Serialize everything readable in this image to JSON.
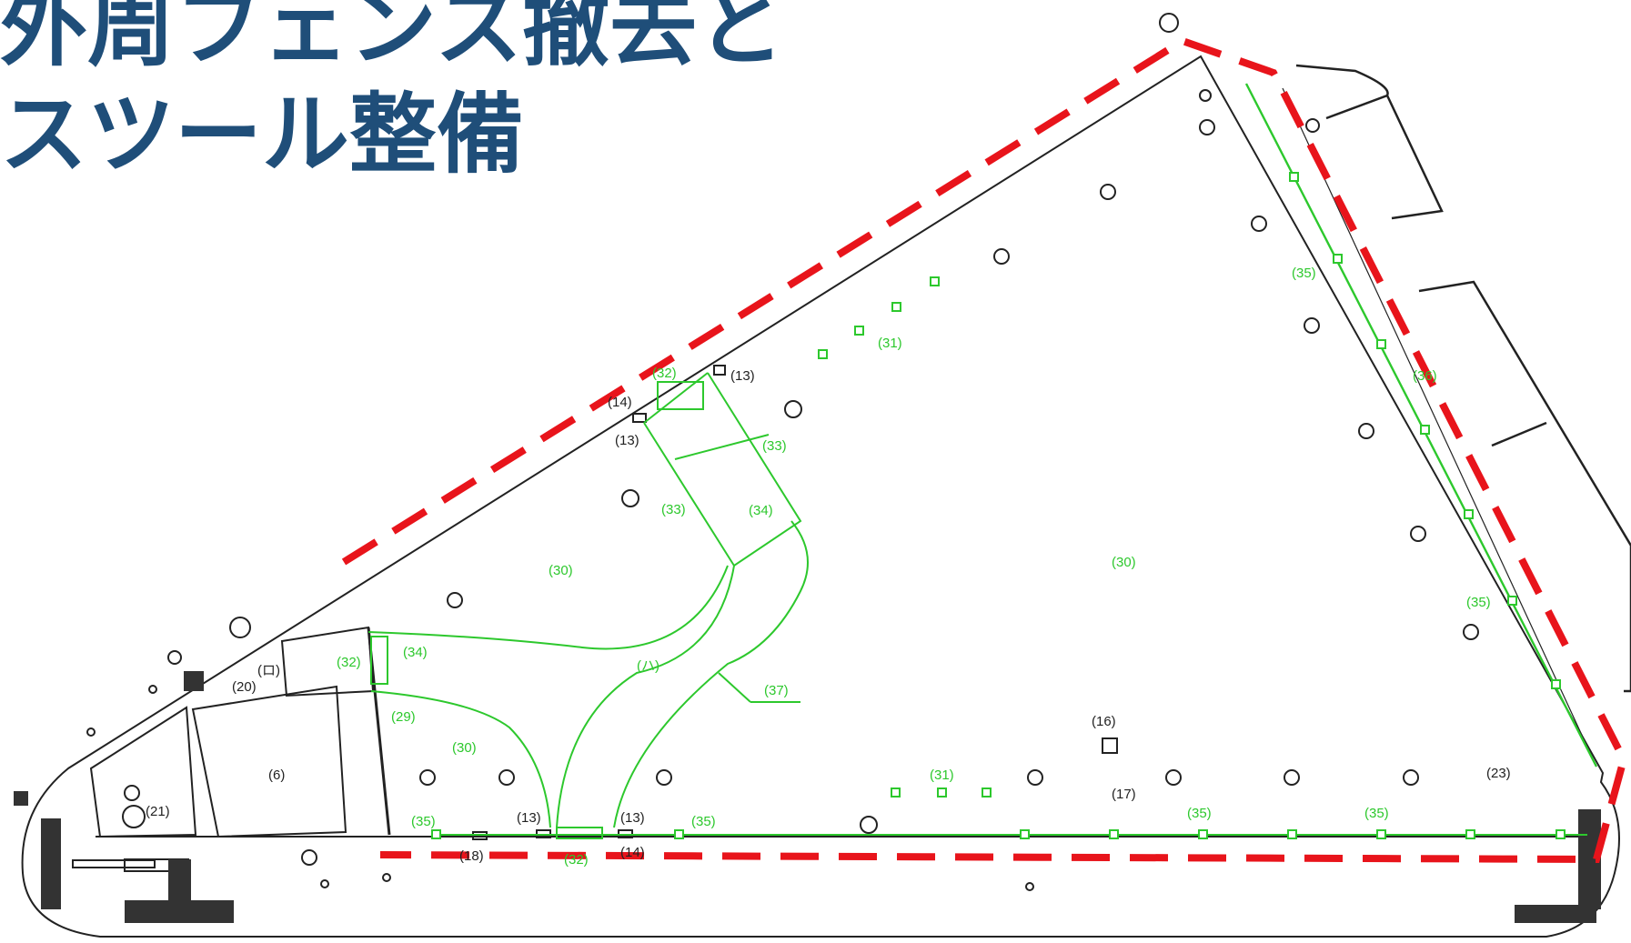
{
  "title": {
    "line1": "外周フェンス撤去と",
    "line2": "スツール整備"
  },
  "colors": {
    "title": "#1f4e79",
    "plan_lines": "#222222",
    "green_lines": "#2dc82d",
    "boundary": "#e8141b"
  },
  "labels": {
    "l13a": "(13)",
    "l14a": "(14)",
    "l13b": "(13)",
    "l32a": "(32)",
    "l31a": "(31)",
    "l33a": "(33)",
    "l33b": "(33)",
    "l34a": "(34)",
    "l35a": "(35)",
    "l36": "(36)",
    "l30a": "(30)",
    "l30b": "(30)",
    "l35b": "(35)",
    "l34b": "(34)",
    "l32b": "(32)",
    "lro": "(ロ)",
    "l20": "(20)",
    "l6": "(6)",
    "l21": "(21)",
    "lha": "(ハ)",
    "l37": "(37)",
    "l29": "(29)",
    "l30c": "(30)",
    "l16": "(16)",
    "l17": "(17)",
    "l31b": "(31)",
    "l23": "(23)",
    "l35c": "(35)",
    "l13c": "(13)",
    "l13d": "(13)",
    "l35d": "(35)",
    "l35e": "(35)",
    "l35f": "(35)",
    "l18": "(18)",
    "l14b": "(14)",
    "l32c": "(32)"
  }
}
